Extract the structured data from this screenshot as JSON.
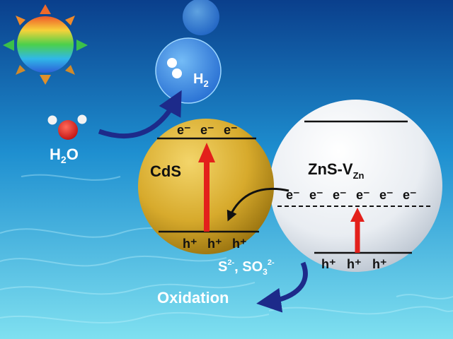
{
  "colors": {
    "water_top": "#0a3f8c",
    "water_mid": "#1e8fd0",
    "water_bottom": "#7fe0f0",
    "cds_sphere": "#d7aa2c",
    "zns_sphere": "#eef1f4",
    "arrow_red": "#e3201b",
    "arrow_navy": "#1d2a8a"
  },
  "labels": {
    "h2": "H",
    "h2_sub": "2",
    "h2o_h": "H",
    "h2o_sub": "2",
    "h2o_o": "O",
    "cds": "CdS",
    "zns": "ZnS-V",
    "zns_sub": "Zn",
    "sacrificial_s": "S",
    "sacrificial_s_sup": "2-",
    "sacrificial_sep": ", SO",
    "sacrificial_so_sub": "3",
    "sacrificial_so_sup": "2-",
    "oxidation": "Oxidation"
  },
  "cds_electrons": [
    "e⁻",
    "e⁻",
    "e⁻"
  ],
  "cds_holes": [
    "h⁺",
    "h⁺",
    "h⁺"
  ],
  "zns_electrons": [
    "e⁻",
    "e⁻",
    "e⁻",
    "e⁻",
    "e⁻",
    "e⁻"
  ],
  "zns_holes": [
    "h⁺",
    "h⁺",
    "h⁺"
  ],
  "icons": [
    "sun-icon",
    "h2-molecule-icon",
    "h2o-molecule-icon",
    "bubble-icon"
  ]
}
